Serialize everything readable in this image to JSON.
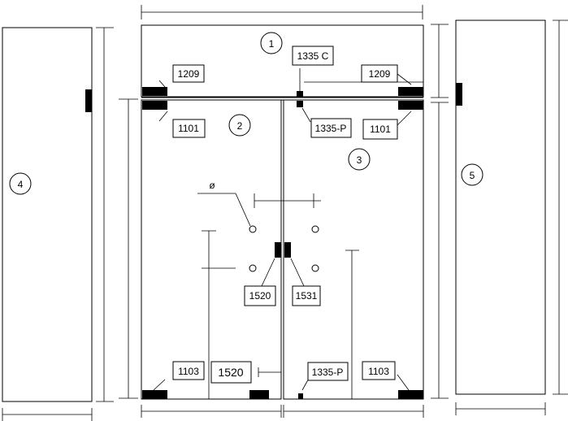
{
  "panels": {
    "p1": "1",
    "p2": "2",
    "p3": "3",
    "p4": "4",
    "p5": "5"
  },
  "labels": {
    "l1209_left": "1209",
    "l1209_right": "1209",
    "l1335c": "1335 C",
    "l1101_left": "1101",
    "l1101_right": "1101",
    "l1335p_top": "1335-P",
    "l1520_mid": "1520",
    "l1531": "1531",
    "l1103_left": "1103",
    "l1520_bottom": "1520",
    "l1335p_bottom": "1335-P",
    "l1103_right": "1103"
  },
  "diameter_symbol": "ø"
}
